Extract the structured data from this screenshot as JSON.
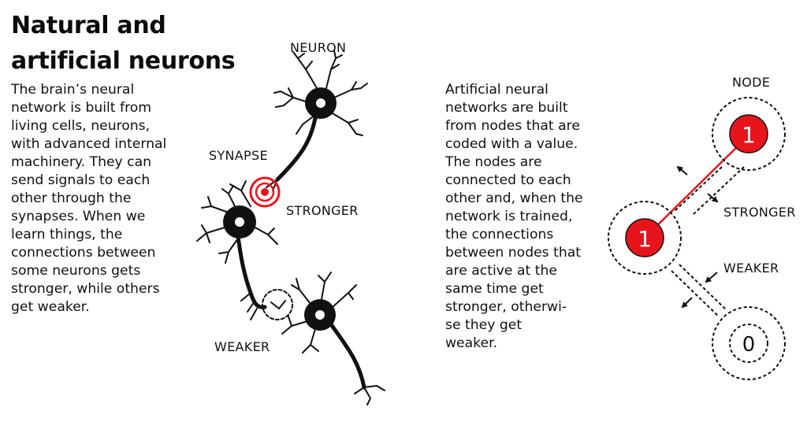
{
  "title": {
    "line1": "Natural and",
    "line2": "artificial neurons"
  },
  "left_text": [
    "The brain’s neural",
    "network is built from",
    "living cells, neurons,",
    "with advanced internal",
    "machinery. They can",
    "send signals to each",
    "other through the",
    "synapses. When we",
    "learn things, the",
    "connections between",
    "some neurons gets",
    "stronger, while others",
    "get weaker."
  ],
  "right_text": [
    "Artificial neural",
    "networks are built",
    "from nodes that are",
    "coded with a value.",
    "The nodes are",
    "connected to each",
    "other and, when the",
    "network is trained,",
    "the connections",
    "between nodes that",
    "are active at the",
    "same time get",
    "stronger, otherwi-",
    "se they get",
    "weaker."
  ],
  "labels": {
    "neuron": "NEURON",
    "synapse": "SYNAPSE",
    "stronger_left": "STRONGER",
    "weaker_left": "WEAKER",
    "node": "NODE",
    "stronger_right": "STRONGER",
    "weaker_right": "WEAKER"
  },
  "nodes": {
    "top_value": "1",
    "middle_value": "1",
    "bottom_value": "0"
  },
  "colors": {
    "accent_red": "#e8141c",
    "ink": "#111111",
    "background": "#ffffff"
  }
}
